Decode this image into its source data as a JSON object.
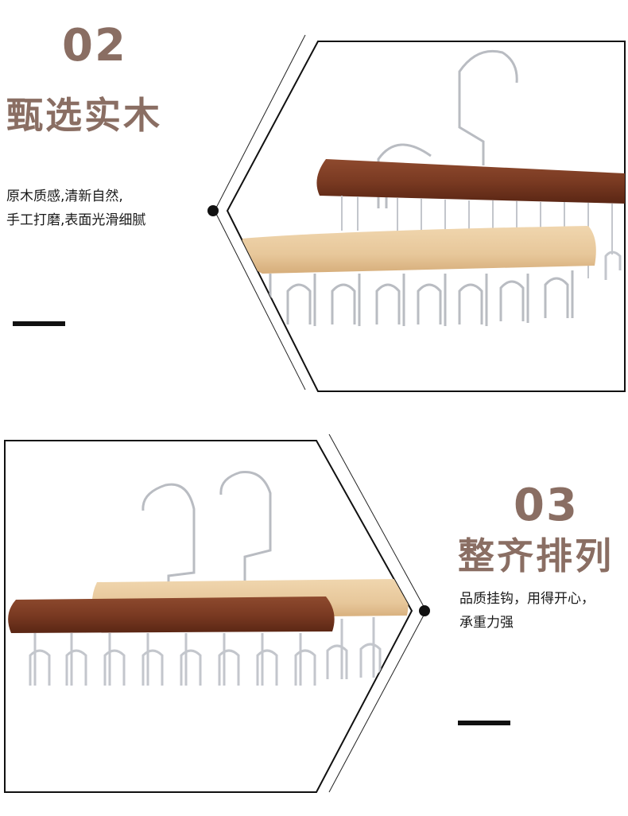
{
  "sections": [
    {
      "number": "02",
      "title": "甄选实木",
      "desc_line1": "原木质感,清新自然,",
      "desc_line2": "手工打磨,表面光滑细腻"
    },
    {
      "number": "03",
      "title": "整齐排列",
      "desc_line1": "品质挂钩，用得开心，",
      "desc_line2": "承重力强"
    }
  ],
  "colors": {
    "accent": "#8a6e63",
    "dark_wood": "#7a3a22",
    "light_wood": "#e7c79a",
    "metal": "#b9bcc2"
  }
}
